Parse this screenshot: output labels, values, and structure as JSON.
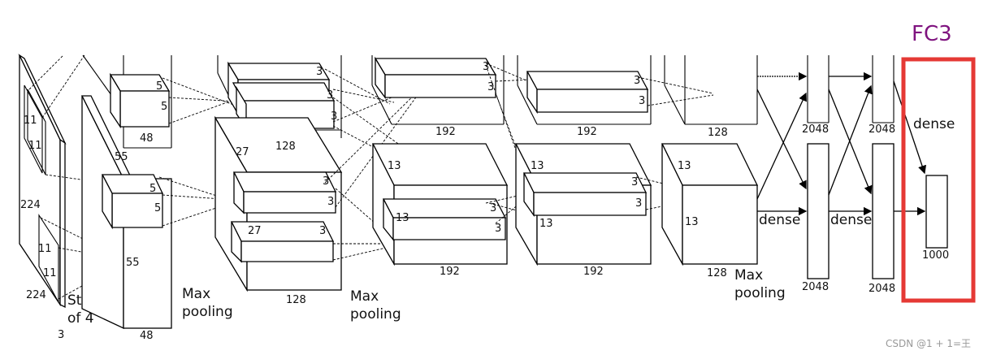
{
  "highlight": {
    "label": "FC3",
    "color": "#e53935",
    "label_color": "#7f137f"
  },
  "input": {
    "size_h": "224",
    "size_w": "224",
    "channels": "3",
    "kernel_h": "11",
    "kernel_w": "11",
    "kernel2_h": "11",
    "kernel2_w": "11",
    "stride_line1": "Stride",
    "stride_line2": "of 4"
  },
  "conv1": {
    "spatial": "55",
    "spatial2": "55",
    "depth_top": "48",
    "depth_bottom": "48",
    "kernel_top_a": "5",
    "kernel_top_b": "5",
    "kernel_bot_a": "5",
    "kernel_bot_b": "5"
  },
  "pool1": {
    "line1": "Max",
    "line2": "pooling"
  },
  "conv2": {
    "spatial": "27",
    "spatial2": "27",
    "depth_top": "128",
    "depth_bottom": "128",
    "k_t1": "3",
    "k_t2": "3",
    "k_t3": "3",
    "k_b1": "3",
    "k_b2": "3",
    "k_b3": "3"
  },
  "pool2": {
    "line1": "Max",
    "line2": "pooling"
  },
  "conv3": {
    "spatial": "13",
    "spatial2": "13",
    "depth_top": "192",
    "depth_bottom": "192",
    "k_t1": "3",
    "k_t2": "3",
    "k_b1": "3",
    "k_b2": "3"
  },
  "conv4": {
    "spatial": "13",
    "spatial2": "13",
    "depth_top": "192",
    "depth_bottom": "192",
    "k_t1": "3",
    "k_t2": "3",
    "k_b1": "3",
    "k_b2": "3"
  },
  "conv5": {
    "spatial": "13",
    "spatial2": "13",
    "depth_top": "128",
    "depth_bottom": "128"
  },
  "pool3": {
    "line1": "Max",
    "line2": "pooling"
  },
  "fc1": {
    "top": "2048",
    "bottom": "2048",
    "link_label": "dense"
  },
  "fc2": {
    "top": "2048",
    "bottom": "2048",
    "link_label": "dense"
  },
  "fc3": {
    "top_label": "dense",
    "output": "1000"
  },
  "watermark": "CSDN @1 + 1=王"
}
